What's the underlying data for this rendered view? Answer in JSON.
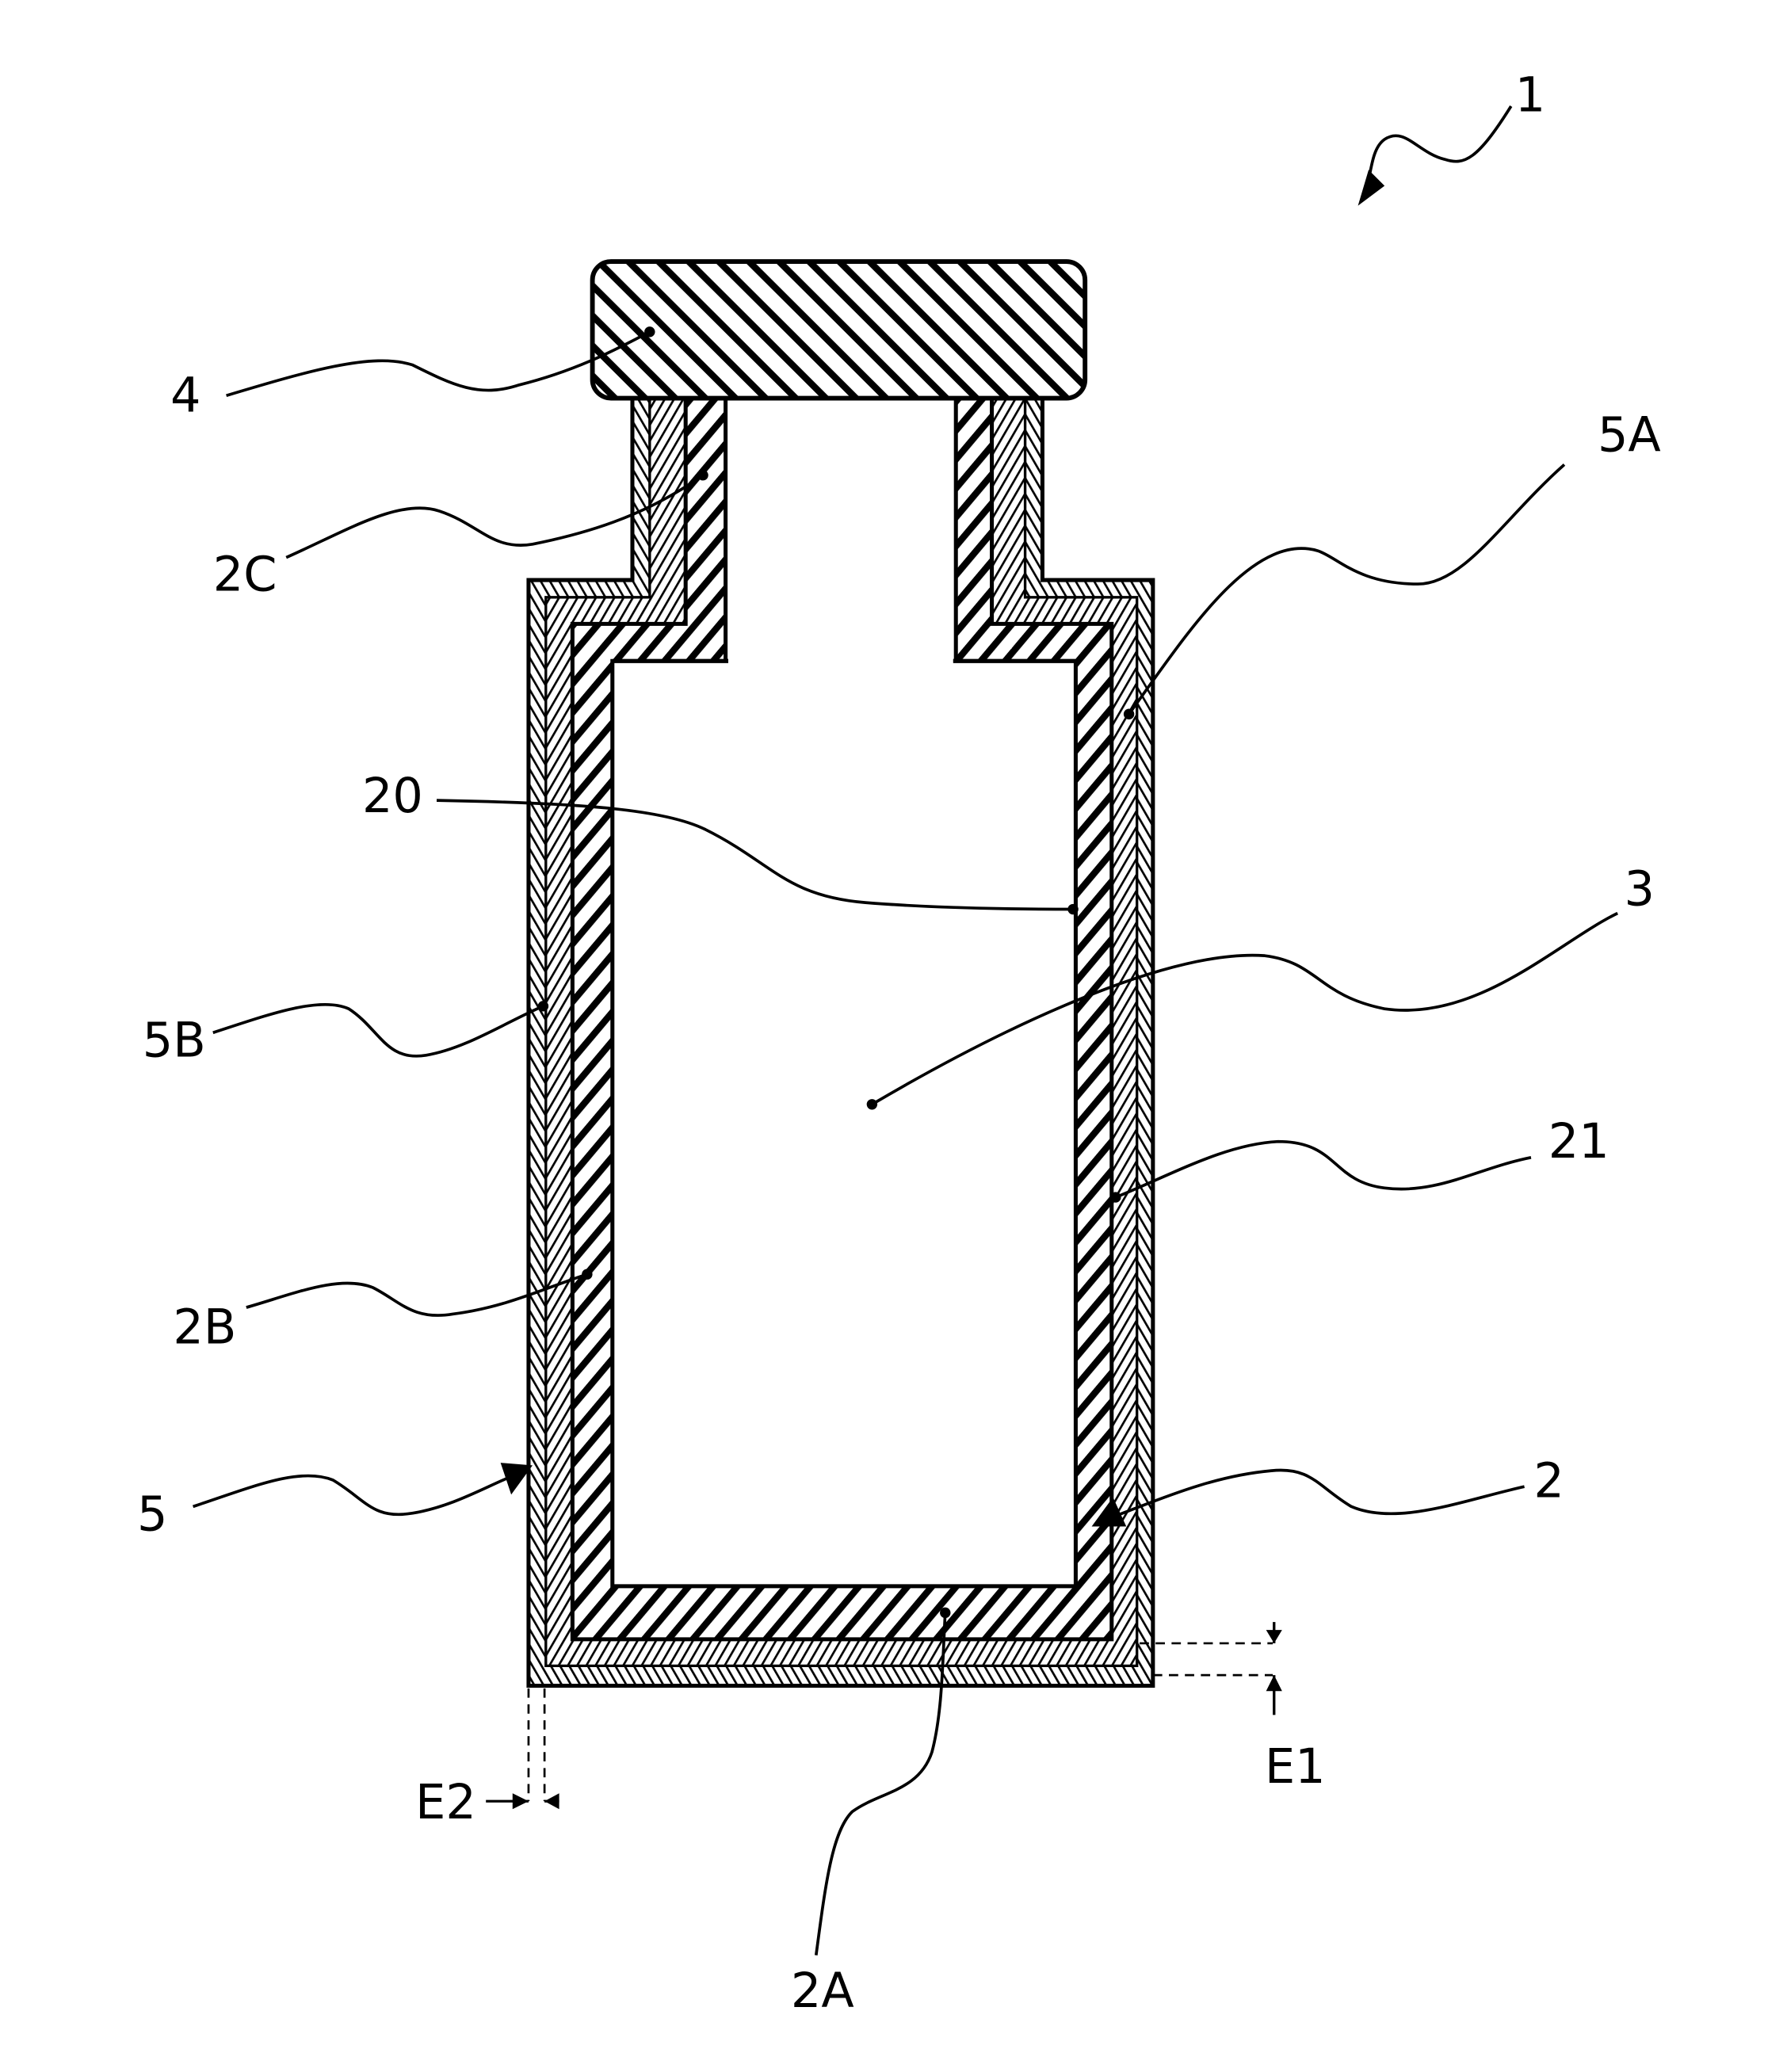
{
  "figure": {
    "title": "Cross-section of container assembly",
    "labels": {
      "assembly": "1",
      "cap": "4",
      "coating_outer_right": "5A",
      "neck": "2C",
      "inner_wall_surface": "20",
      "contents": "3",
      "coating_outer_left": "5B",
      "outer_wall_surface": "21",
      "side_wall": "2B",
      "coating": "5",
      "container": "2",
      "thickness_bottom": "E1",
      "thickness_side": "E2",
      "bottom_wall": "2A"
    }
  }
}
